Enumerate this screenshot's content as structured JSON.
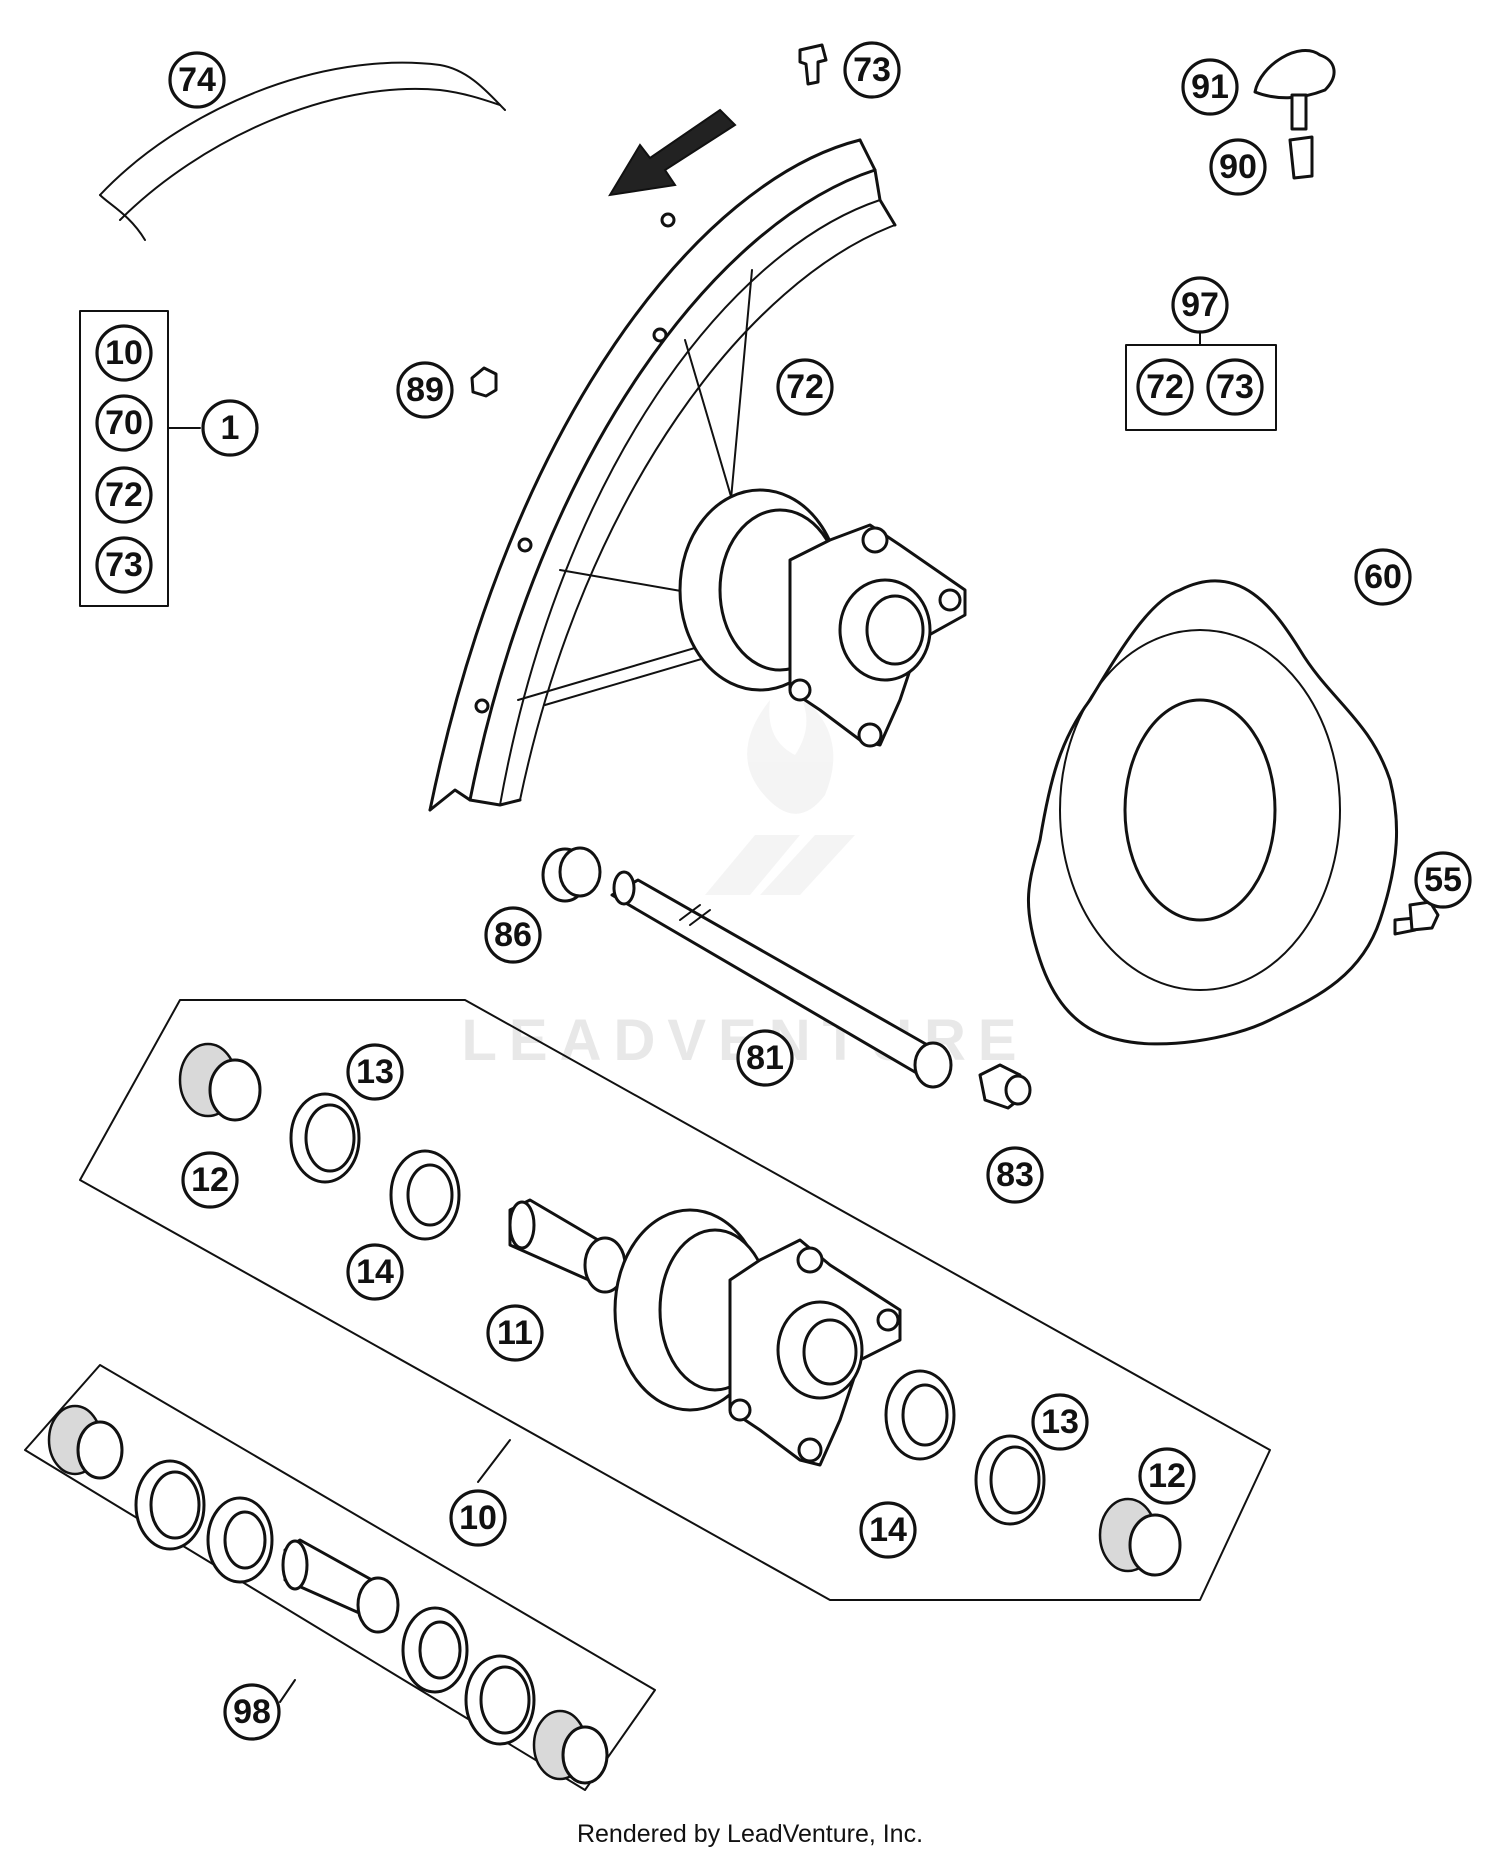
{
  "footer": "Rendered by LeadVenture, Inc.",
  "watermark": "LEADVENTURE",
  "callouts": {
    "c74": "74",
    "c73_top": "73",
    "c91": "91",
    "c90": "90",
    "c97": "97",
    "c97_72": "72",
    "c97_73": "73",
    "c1_10": "10",
    "c1_70": "70",
    "c1_72": "72",
    "c1_73": "73",
    "c1": "1",
    "c89": "89",
    "c72": "72",
    "c60": "60",
    "c55": "55",
    "c86": "86",
    "c81": "81",
    "c83": "83",
    "c13_a": "13",
    "c12_a": "12",
    "c14_a": "14",
    "c11": "11",
    "c13_b": "13",
    "c12_b": "12",
    "c14_b": "14",
    "c10": "10",
    "c98": "98"
  }
}
